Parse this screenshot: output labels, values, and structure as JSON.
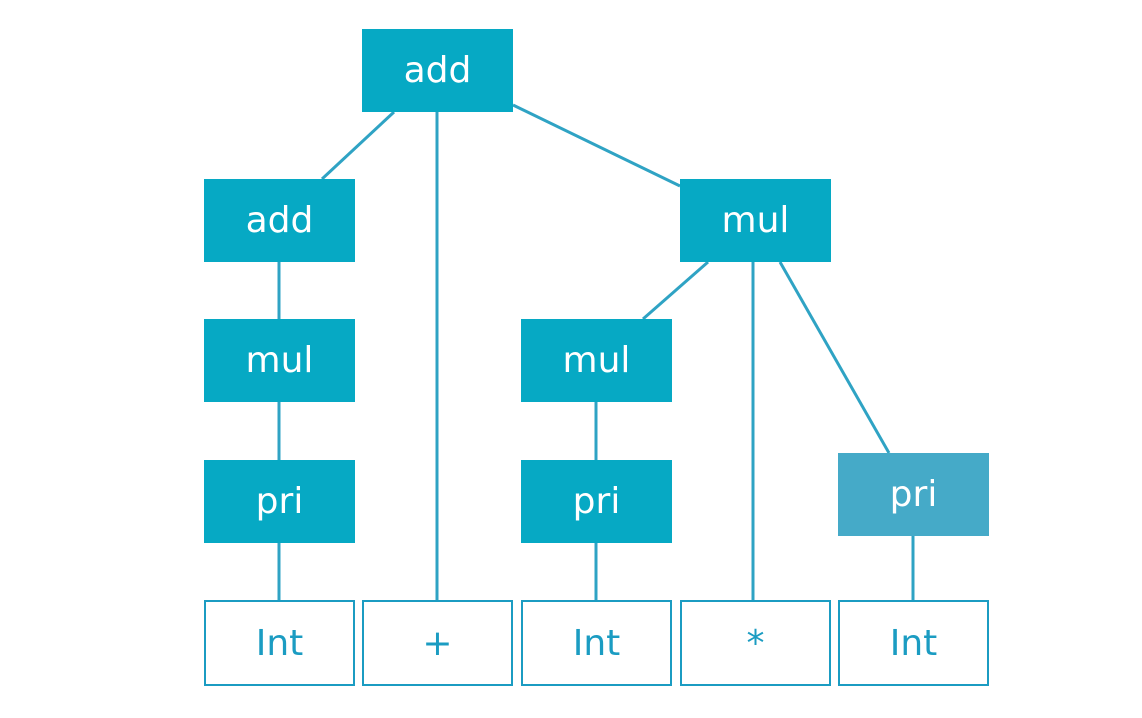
{
  "colors": {
    "node_fill": "#06A9C4",
    "node_fill_alt": "#45AAC8",
    "leaf_border": "#1B9CC2",
    "leaf_text": "#1B9CC2",
    "edge": "#2FA3C4",
    "background": "#FFFFFF"
  },
  "tree": {
    "nodes": [
      {
        "id": "add-root",
        "label": "add",
        "kind": "rule"
      },
      {
        "id": "add-left",
        "label": "add",
        "kind": "rule"
      },
      {
        "id": "mul-right",
        "label": "mul",
        "kind": "rule"
      },
      {
        "id": "mul-left",
        "label": "mul",
        "kind": "rule"
      },
      {
        "id": "mul-mid",
        "label": "mul",
        "kind": "rule"
      },
      {
        "id": "pri-left",
        "label": "pri",
        "kind": "rule"
      },
      {
        "id": "pri-mid",
        "label": "pri",
        "kind": "rule"
      },
      {
        "id": "pri-right",
        "label": "pri",
        "kind": "rule-alt"
      },
      {
        "id": "leaf-int-1",
        "label": "Int",
        "kind": "token"
      },
      {
        "id": "leaf-plus",
        "label": "+",
        "kind": "token"
      },
      {
        "id": "leaf-int-2",
        "label": "Int",
        "kind": "token"
      },
      {
        "id": "leaf-star",
        "label": "*",
        "kind": "token"
      },
      {
        "id": "leaf-int-3",
        "label": "Int",
        "kind": "token"
      }
    ],
    "edges": [
      {
        "from": "add-root",
        "to": "add-left"
      },
      {
        "from": "add-root",
        "to": "leaf-plus"
      },
      {
        "from": "add-root",
        "to": "mul-right"
      },
      {
        "from": "add-left",
        "to": "mul-left"
      },
      {
        "from": "mul-left",
        "to": "pri-left"
      },
      {
        "from": "pri-left",
        "to": "leaf-int-1"
      },
      {
        "from": "mul-right",
        "to": "mul-mid"
      },
      {
        "from": "mul-right",
        "to": "leaf-star"
      },
      {
        "from": "mul-right",
        "to": "pri-right"
      },
      {
        "from": "mul-mid",
        "to": "pri-mid"
      },
      {
        "from": "pri-mid",
        "to": "leaf-int-2"
      },
      {
        "from": "pri-right",
        "to": "leaf-int-3"
      }
    ]
  }
}
